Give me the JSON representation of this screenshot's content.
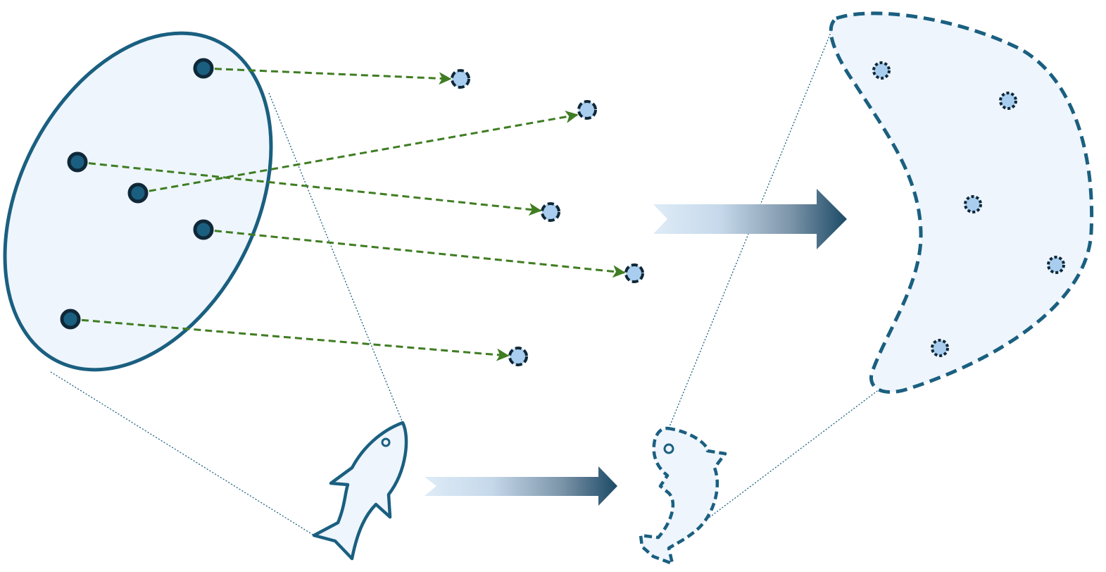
{
  "diagram": {
    "colors": {
      "outline": "#1a5f80",
      "fill": "#eef5fc",
      "source_point_fill": "#1a5f80",
      "source_point_stroke": "#0f2838",
      "target_point_fill": "#a9cdee",
      "target_point_stroke": "#0f2838",
      "mapping_arrow": "#3f7d22",
      "leader_line": "#1a5f80",
      "big_arrow_start": "#dbe9f6",
      "big_arrow_end": "#1c4a66"
    },
    "icons": {
      "source_object": "shark-icon",
      "target_object": "jumping-fish-icon",
      "transform_arrow": "gradient-right-arrow-icon"
    },
    "point_mappings": 6,
    "left_shape": "solid ellipse",
    "right_shape": "dashed bean-shaped region"
  }
}
